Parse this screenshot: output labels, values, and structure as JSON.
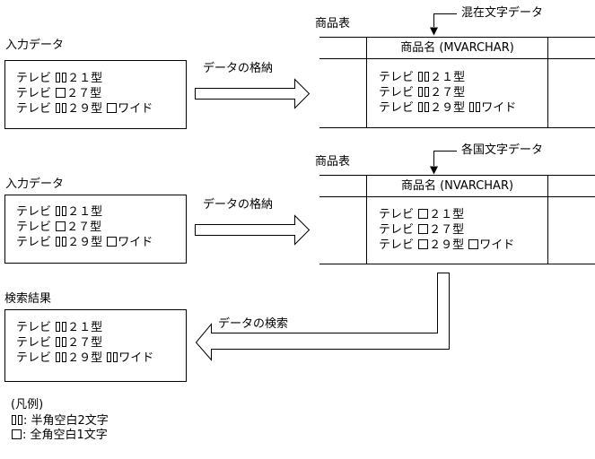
{
  "colors": {
    "line": "#000000",
    "background": "#ffffff",
    "text": "#000000"
  },
  "icons": {
    "store_arrow": "hollow-block-arrow-right",
    "search_arrow": "hollow-block-arrow-left-with-elbow-from-table",
    "annotation_pointer": "elbow-line-with-down-arrowhead"
  },
  "mixed": {
    "input_label": "入力データ",
    "input_lines": [
      "テレビ {hw}２１型",
      "テレビ {fw}２７型",
      "テレビ {hw}２９型 {fw}ワイド"
    ],
    "store_label": "データの格納",
    "table_label": "商品表",
    "annotation": "混在文字データ",
    "column_header": "商品名 (MVARCHAR)",
    "table_lines": [
      "テレビ {hw}２１型",
      "テレビ {hw}２７型",
      "テレビ {hw}２９型 {hw}ワイド"
    ]
  },
  "national": {
    "input_label": "入力データ",
    "input_lines": [
      "テレビ {hw}２１型",
      "テレビ {fw}２７型",
      "テレビ {hw}２９型 {fw}ワイド"
    ],
    "store_label": "データの格納",
    "table_label": "商品表",
    "annotation": "各国文字データ",
    "column_header": "商品名 (NVARCHAR)",
    "table_lines": [
      "テレビ {fw}２１型",
      "テレビ {fw}２７型",
      "テレビ {fw}２９型 {fw}ワイド"
    ]
  },
  "search": {
    "result_label": "検索結果",
    "result_lines": [
      "テレビ {hw}２１型",
      "テレビ {hw}２７型",
      "テレビ {hw}２９型 {hw}ワイド"
    ],
    "arrow_label": "データの検索"
  },
  "legend": {
    "title": "(凡例)",
    "items": [
      "{hw}: 半角空白2文字",
      "{fw}: 全角空白1文字"
    ]
  }
}
